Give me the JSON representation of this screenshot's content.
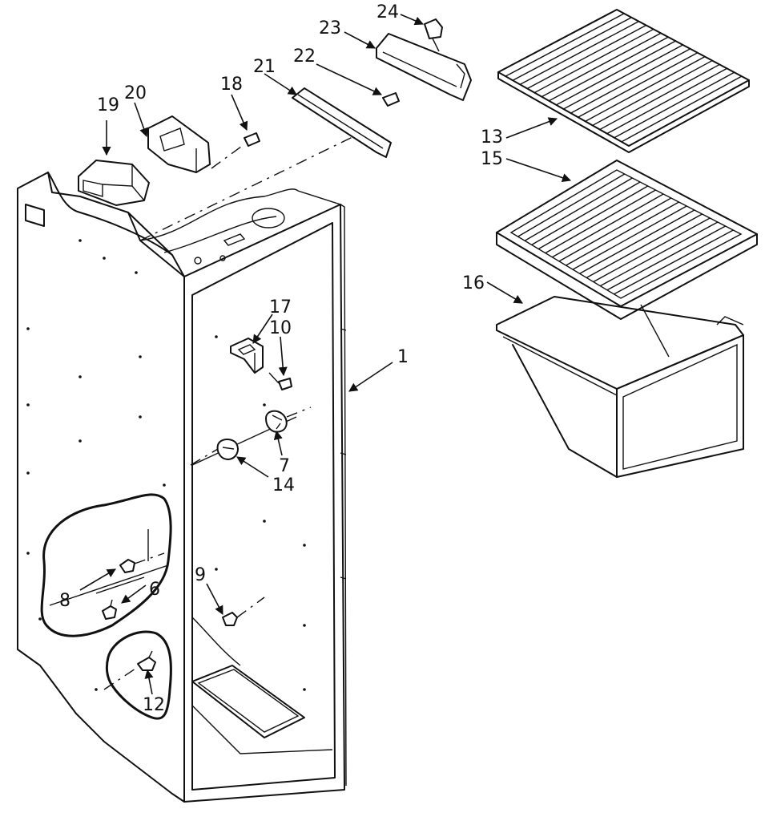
{
  "callouts": [
    {
      "id": "1",
      "text": "1"
    },
    {
      "id": "6",
      "text": "6"
    },
    {
      "id": "7",
      "text": "7"
    },
    {
      "id": "8",
      "text": "8"
    },
    {
      "id": "9",
      "text": "9"
    },
    {
      "id": "10",
      "text": "10"
    },
    {
      "id": "12",
      "text": "12"
    },
    {
      "id": "13",
      "text": "13"
    },
    {
      "id": "14",
      "text": "14"
    },
    {
      "id": "15",
      "text": "15"
    },
    {
      "id": "16",
      "text": "16"
    },
    {
      "id": "17",
      "text": "17"
    },
    {
      "id": "18",
      "text": "18"
    },
    {
      "id": "19",
      "text": "19"
    },
    {
      "id": "20",
      "text": "20"
    },
    {
      "id": "21",
      "text": "21"
    },
    {
      "id": "22",
      "text": "22"
    },
    {
      "id": "23",
      "text": "23"
    },
    {
      "id": "24",
      "text": "24"
    }
  ]
}
